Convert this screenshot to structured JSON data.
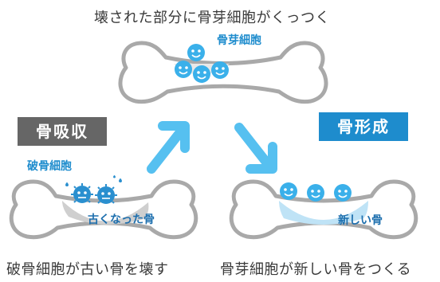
{
  "captions": {
    "top": "壊された部分に骨芽細胞がくっつく",
    "bottom_left": "破骨細胞が古い骨を壊す",
    "bottom_right": "骨芽細胞が新しい骨をつくる"
  },
  "labels": {
    "osteoblast_top": "骨芽細胞",
    "osteoclast": "破骨細胞",
    "old_bone": "古くなった骨",
    "new_bone": "新しい骨"
  },
  "badges": {
    "resorption": "骨吸収",
    "formation": "骨形成"
  },
  "colors": {
    "bone_outline": "#a9a9a9",
    "osteoblast": "#3ab0ea",
    "osteoclast": "#2a8fcf",
    "arrow": "#56c0f0",
    "badge_resorption": "#666666",
    "badge_formation": "#1e8ccd",
    "new_bone_fill": "#bfe3f6",
    "old_bone_fill": "#cfcfcf"
  }
}
